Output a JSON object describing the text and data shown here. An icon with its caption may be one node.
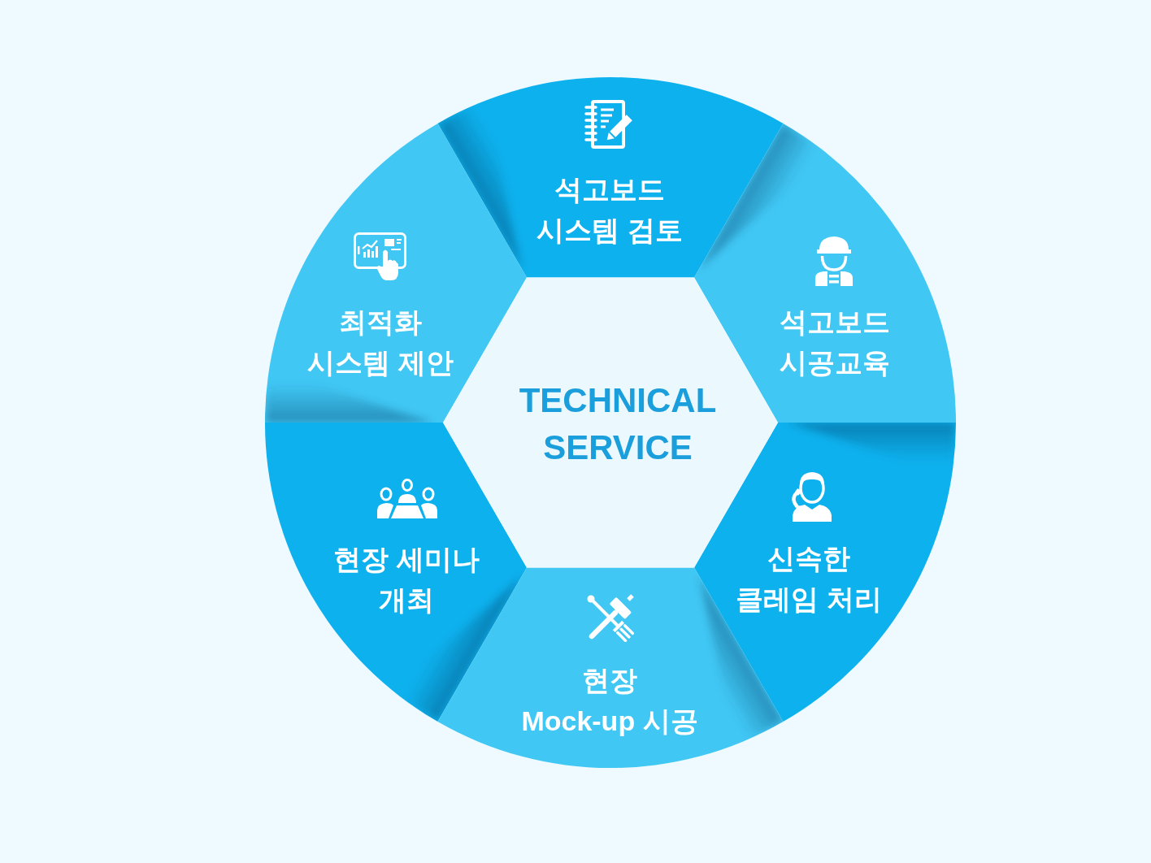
{
  "diagram": {
    "nodes": [
      {
        "text": [
          "석고보드 시스템 검토"
        ]
      },
      {
        "text": [
          "최적화 시스템 제안"
        ]
      },
      {
        "text": [
          "석고보드 시공교육"
        ]
      },
      {
        "text": [
          "TECHNICAL SERVICE"
        ]
      },
      {
        "text": [
          "현장 세미나 개최"
        ]
      },
      {
        "text": [
          "신속한 클레임 처리"
        ]
      },
      {
        "text": [
          "현장 Mock-up 시공"
        ]
      }
    ]
  }
}
